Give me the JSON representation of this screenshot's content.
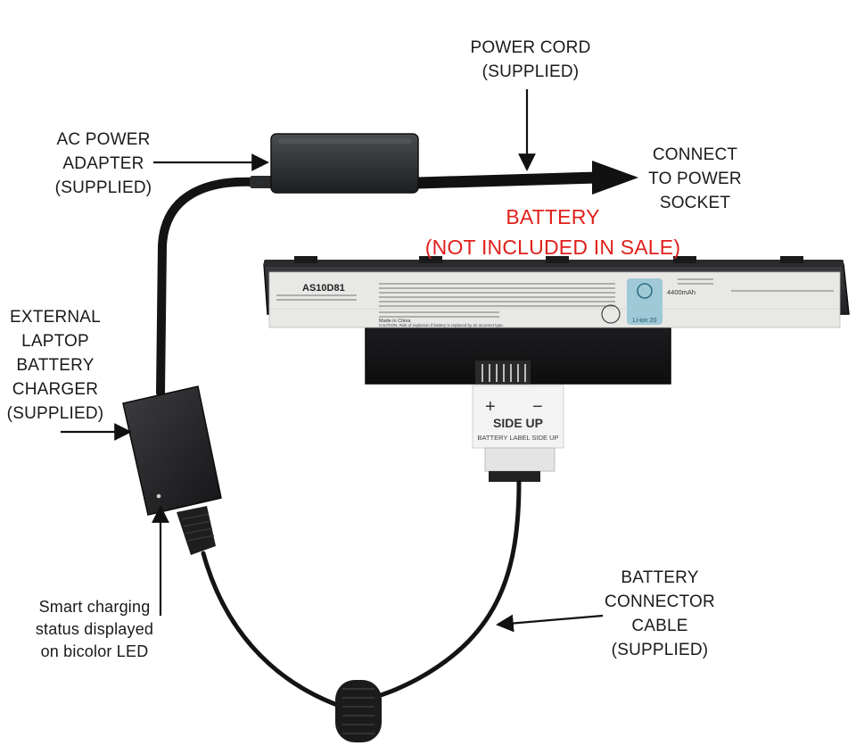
{
  "labels": {
    "power_cord": [
      "POWER CORD",
      "(SUPPLIED)"
    ],
    "ac_adapter": [
      "AC POWER",
      "ADAPTER",
      "(SUPPLIED)"
    ],
    "connect_socket": [
      "CONNECT",
      "TO POWER",
      "SOCKET"
    ],
    "battery": [
      "BATTERY",
      "(NOT INCLUDED IN SALE)"
    ],
    "external_charger": [
      "EXTERNAL",
      "LAPTOP",
      "BATTERY",
      "CHARGER",
      "(SUPPLIED)"
    ],
    "smart_led": [
      "Smart charging",
      "status displayed",
      "on bicolor LED"
    ],
    "connector_cable": [
      "BATTERY",
      "CONNECTOR",
      "CABLE",
      "(SUPPLIED)"
    ]
  },
  "battery_label": {
    "model": "AS10D81",
    "capacity": "4400mAh",
    "chemistry": "Li-ion 20",
    "made_in": "Made in China",
    "caution": "CAUTION: Risk of explosion if battery is replaced by an incorrect type."
  },
  "connector_tag": {
    "plus": "+",
    "minus": "−",
    "side_up": "SIDE UP",
    "label_side_up": "BATTERY LABEL SIDE UP"
  },
  "colors": {
    "label_text": "#1a1a1a",
    "battery_title": "#e0201b",
    "device_body": "#1e1f21",
    "cable": "#141414"
  }
}
